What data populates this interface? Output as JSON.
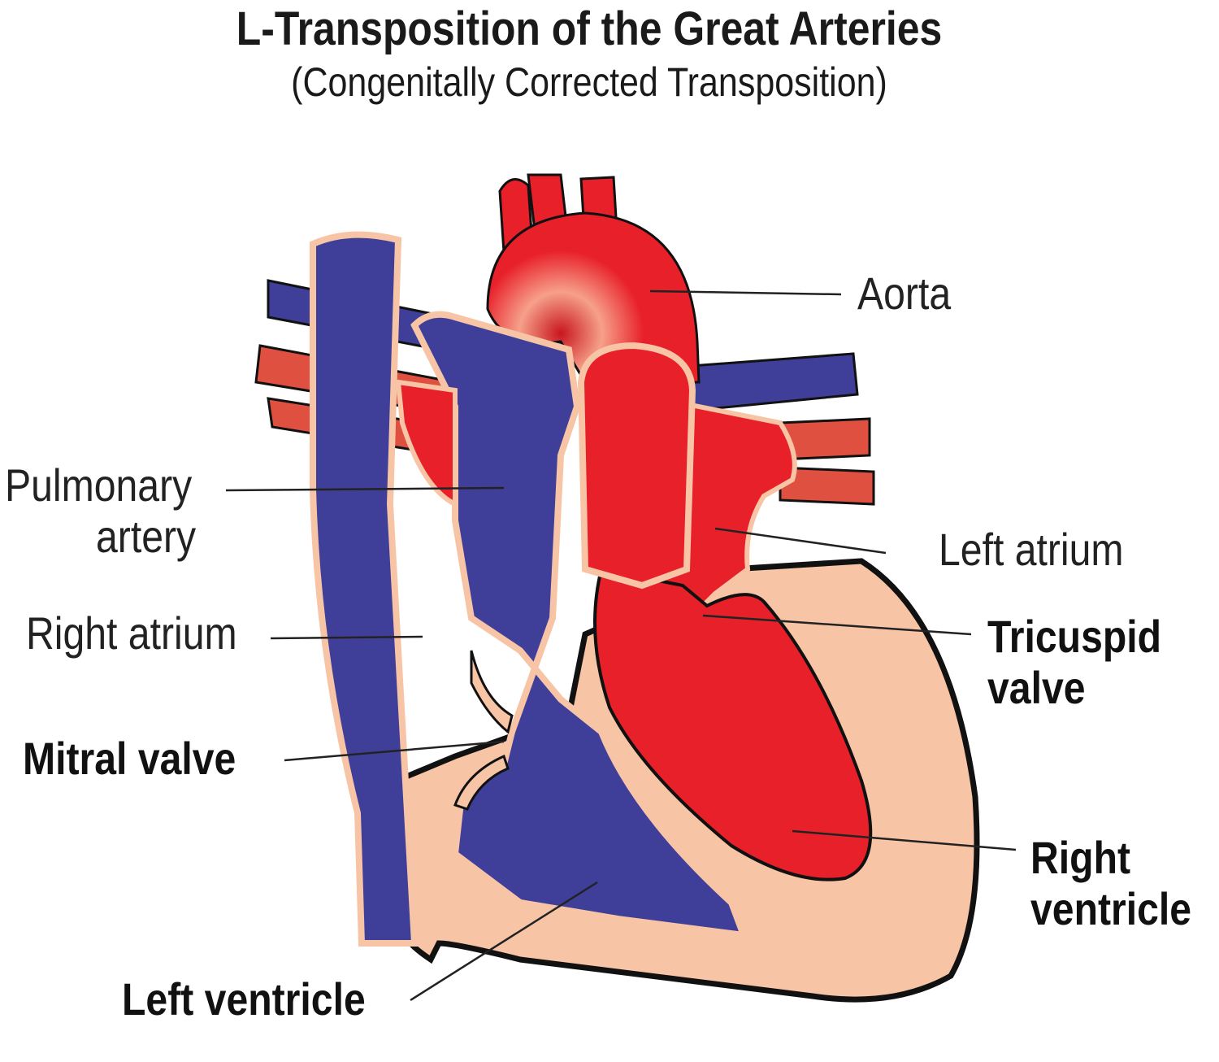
{
  "title": "L-Transposition of the Great Arteries",
  "subtitle": "(Congenitally Corrected Transposition)",
  "labels": {
    "aorta": "Aorta",
    "pulmonary_artery_1": "Pulmonary",
    "pulmonary_artery_2": "artery",
    "left_atrium": "Left atrium",
    "right_atrium": "Right atrium",
    "tricuspid_1": "Tricuspid",
    "tricuspid_2": "valve",
    "mitral": "Mitral valve",
    "right_ventricle_1": "Right",
    "right_ventricle_2": "ventricle",
    "left_ventricle": "Left ventricle"
  },
  "colors": {
    "oxygenated": "#e8202a",
    "deoxygenated": "#3f3f9a",
    "muscle": "#f7c4a6",
    "outline": "#111111"
  }
}
